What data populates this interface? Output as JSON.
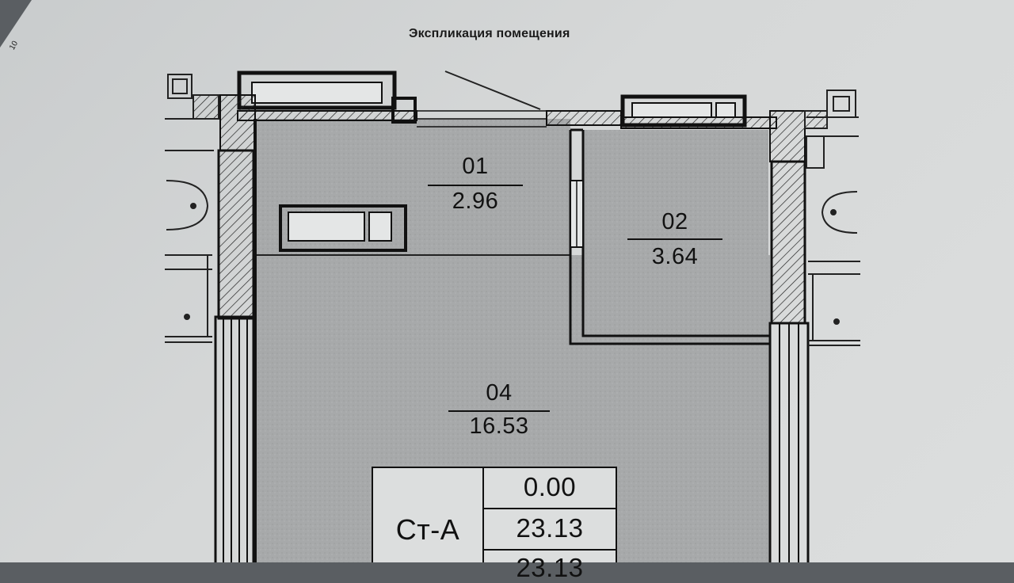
{
  "title": "Экспликация помещения",
  "rooms": [
    {
      "number": "01",
      "area": "2.96"
    },
    {
      "number": "02",
      "area": "3.64"
    },
    {
      "number": "04",
      "area": "16.53"
    }
  ],
  "summary": {
    "type": "Ст-А",
    "values": [
      "0.00",
      "23.13",
      "23.13"
    ]
  },
  "corner_mark": "10"
}
